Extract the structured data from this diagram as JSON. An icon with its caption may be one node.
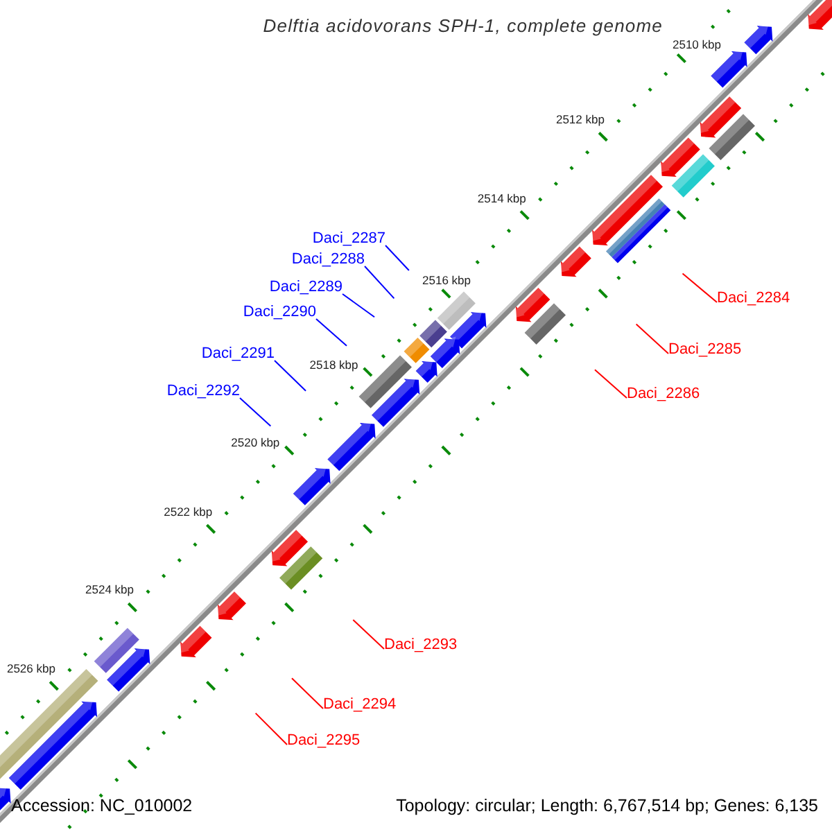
{
  "diagram": {
    "title": "Delftia acidovorans SPH-1, complete genome",
    "nodes": [
      {
        "text": [
          "Daci_2287"
        ]
      },
      {
        "text": [
          "Daci_2288"
        ]
      },
      {
        "text": [
          "Daci_2289"
        ]
      },
      {
        "text": [
          "Daci_2284"
        ]
      },
      {
        "text": [
          "Daci_2290"
        ]
      },
      {
        "text": [
          "Daci_2285"
        ]
      },
      {
        "text": [
          "Daci_2291"
        ]
      },
      {
        "text": [
          "Daci_2292"
        ]
      },
      {
        "text": [
          "Daci_2286"
        ]
      },
      {
        "text": [
          "Daci_2293"
        ]
      },
      {
        "text": [
          "Daci_2294"
        ]
      },
      {
        "text": [
          "Daci_2295"
        ]
      }
    ],
    "edges": [
      {
        "from": 0,
        "to": null,
        "arrow": "none",
        "color": "#0000ff"
      },
      {
        "from": 1,
        "to": null,
        "arrow": "none",
        "color": "#0000ff"
      },
      {
        "from": 2,
        "to": null,
        "arrow": "none",
        "color": "#0000ff"
      },
      {
        "from": 3,
        "to": null,
        "arrow": "none",
        "color": "#ff0000"
      },
      {
        "from": 4,
        "to": null,
        "arrow": "none",
        "color": "#0000ff"
      },
      {
        "from": 5,
        "to": null,
        "arrow": "none",
        "color": "#ff0000"
      },
      {
        "from": 6,
        "to": null,
        "arrow": "none",
        "color": "#0000ff"
      },
      {
        "from": 7,
        "to": null,
        "arrow": "none",
        "color": "#0000ff"
      },
      {
        "from": 8,
        "to": null,
        "arrow": "none",
        "color": "#ff0000"
      },
      {
        "from": 9,
        "to": null,
        "arrow": "none",
        "color": "#ff0000"
      },
      {
        "from": 10,
        "to": null,
        "arrow": "none",
        "color": "#ff0000"
      },
      {
        "from": 11,
        "to": null,
        "arrow": "none",
        "color": "#ff0000"
      }
    ],
    "labels": [
      "2510 kbp",
      "2512 kbp",
      "2514 kbp",
      "2516 kbp",
      "2518 kbp",
      "2520 kbp",
      "2522 kbp",
      "2524 kbp",
      "2526 kbp",
      "Accession: NC_010002",
      "Topology: circular; Length: 6,767,514 bp; Genes: 6,135"
    ]
  }
}
